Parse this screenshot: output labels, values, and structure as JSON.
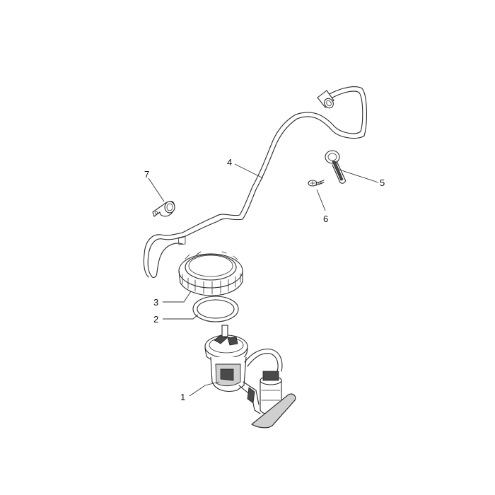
{
  "callouts": [
    {
      "id": "1",
      "part": "fuel-pump-assembly"
    },
    {
      "id": "2",
      "part": "o-ring-gasket"
    },
    {
      "id": "3",
      "part": "ring-nut"
    },
    {
      "id": "4",
      "part": "fuel-hose"
    },
    {
      "id": "5",
      "part": "hose-clamp"
    },
    {
      "id": "6",
      "part": "screw"
    },
    {
      "id": "7",
      "part": "pipe-clip"
    }
  ],
  "colors": {
    "line": "#2a2a2a",
    "shade": "#cfcfcf",
    "dark": "#4a4a4a",
    "background": "#ffffff"
  }
}
